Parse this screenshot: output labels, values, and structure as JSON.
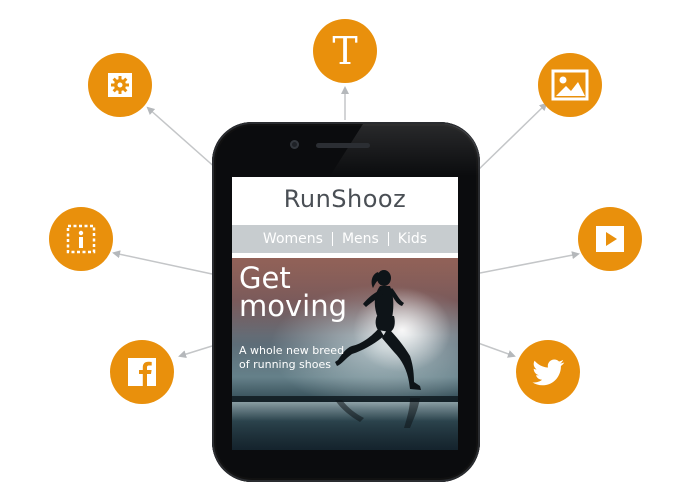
{
  "brand": {
    "orange": "#e9900c",
    "nav_bg": "#c7cccf"
  },
  "app": {
    "title": "RunShooz",
    "nav": {
      "items": [
        "Womens",
        "Mens",
        "Kids"
      ]
    },
    "hero": {
      "headline": "Get\nmoving",
      "subtitle": "A whole new breed\nof running shoes"
    }
  },
  "features": {
    "text": {
      "glyph": "T",
      "icon": "text-icon"
    },
    "settings": {
      "icon": "gear-icon"
    },
    "image": {
      "icon": "image-icon"
    },
    "info": {
      "icon": "info-icon"
    },
    "video": {
      "icon": "play-icon"
    },
    "facebook": {
      "icon": "facebook-icon"
    },
    "twitter": {
      "icon": "twitter-icon"
    }
  }
}
